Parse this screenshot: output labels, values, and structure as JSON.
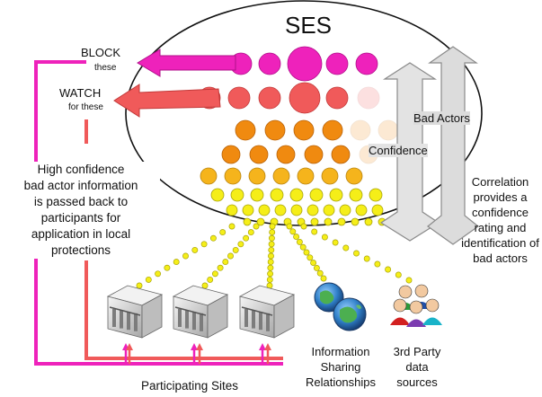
{
  "title": "SES",
  "block": {
    "label": "BLOCK",
    "sublabel": "these"
  },
  "watch": {
    "label": "WATCH",
    "sublabel": "for these"
  },
  "feedback_text": [
    "High confidence",
    "bad actor information",
    "is passed back to",
    "participants for",
    "application in local",
    "protections"
  ],
  "arrow_labels": {
    "confidence": "Confidence",
    "bad_actors": "Bad Actors"
  },
  "correlation_text": [
    "Correlation",
    "provides a",
    "confidence",
    "rating and",
    "identification of",
    "bad actors"
  ],
  "sources": {
    "sites_label": "Participating Sites",
    "sharing_label": [
      "Information",
      "Sharing",
      "Relationships"
    ],
    "third_party_label": [
      "3rd Party",
      "data",
      "sources"
    ]
  },
  "colors": {
    "magenta": "#ee22bb",
    "red": "#f05a5a",
    "orange": "#f08a10",
    "amber": "#f5b41c",
    "yellow": "#f5ee18",
    "ellipse_stroke": "#111111",
    "arrow_fill": "#dcdcdc"
  },
  "icons": {
    "site": "server-building-icon",
    "sharing": "globe-icon",
    "third_party": "people-group-icon"
  }
}
